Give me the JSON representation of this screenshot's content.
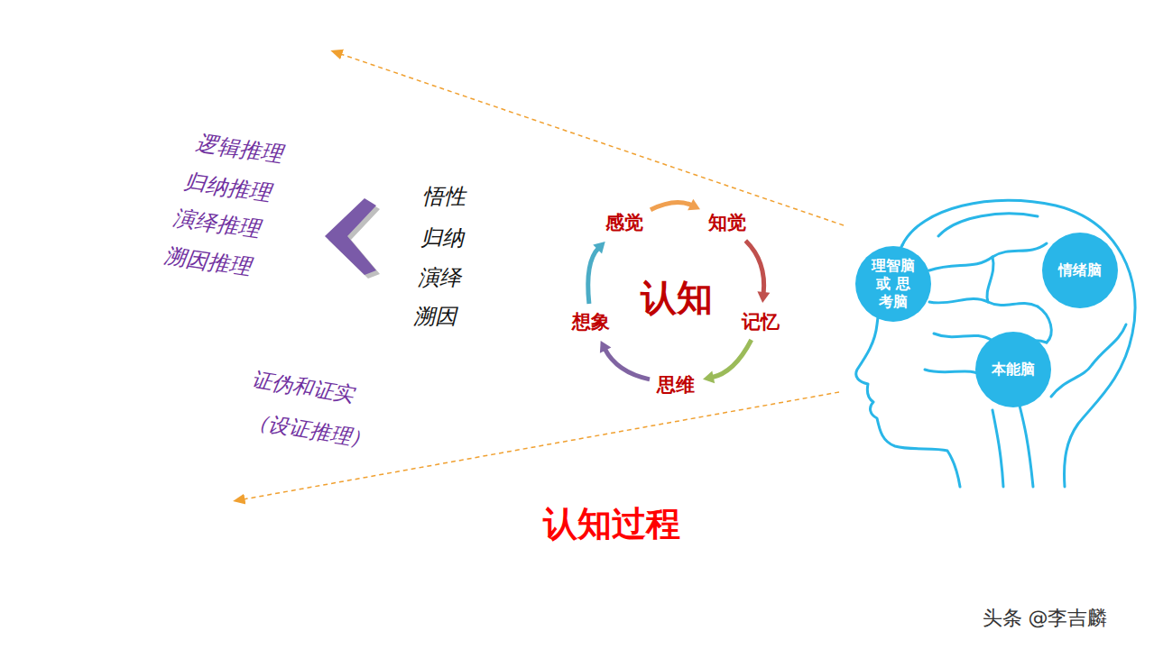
{
  "diagram": {
    "title": "认知过程",
    "nodes": [
      {
        "text": [
          "感觉"
        ]
      },
      {
        "text": [
          "知觉"
        ]
      },
      {
        "text": [
          "记忆"
        ]
      },
      {
        "text": [
          "思维"
        ]
      },
      {
        "text": [
          "想象"
        ]
      },
      {
        "text": [
          "理智脑 或 思考脑"
        ]
      },
      {
        "text": [
          "情绪脑"
        ]
      },
      {
        "text": [
          "本能脑"
        ]
      }
    ],
    "edges": [
      {
        "from": 0,
        "to": 1,
        "arrow": "to"
      },
      {
        "from": 1,
        "to": 2,
        "arrow": "to"
      },
      {
        "from": 2,
        "to": 3,
        "arrow": "to"
      },
      {
        "from": 3,
        "to": 4,
        "arrow": "to"
      },
      {
        "from": 4,
        "to": 0,
        "arrow": "to"
      }
    ],
    "labels": [
      "认知",
      "逻辑推理",
      "归纳推理",
      "演绎推理",
      "溯因推理",
      "悟性",
      "归纳",
      "演绎",
      "溯因",
      "证伪和证实",
      "（设证推理）",
      "头条 @李吉麟"
    ]
  }
}
